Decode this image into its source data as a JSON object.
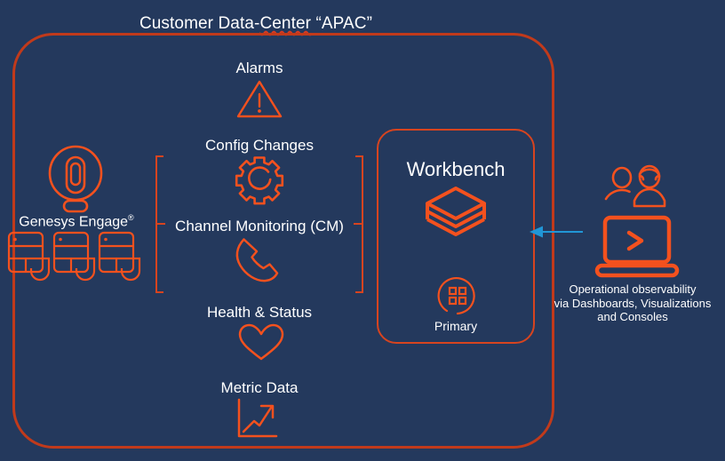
{
  "diagram": {
    "title_prefix": "Customer Data-",
    "title_spell_word": "Center",
    "title_suffix": " “APAC”",
    "title_full": "Customer Data-Center “APAC”"
  },
  "colors": {
    "background": "#24395d",
    "container_border": "#c13a1b",
    "icon_orange": "#f4511e",
    "accent_arrow": "#2196d6",
    "text": "#ffffff",
    "spellcheck_underline": "#e03a1e"
  },
  "source": {
    "product_name": "Genesys Engage",
    "trademark": "®",
    "logo_icon": "genesys-logo-icon",
    "node_icon": "server-node-icon",
    "node_count": 3
  },
  "flows": [
    {
      "label": "Alarms",
      "icon": "warning-triangle-icon"
    },
    {
      "label": "Config Changes",
      "icon": "gear-icon"
    },
    {
      "label": "Channel Monitoring (CM)",
      "icon": "phone-handset-icon"
    },
    {
      "label": "Health & Status",
      "icon": "heart-icon"
    },
    {
      "label": "Metric Data",
      "icon": "line-chart-icon"
    }
  ],
  "workbench": {
    "title": "Workbench",
    "stack_icon": "layers-stack-icon",
    "role_icon": "node-grid-circle-icon",
    "role_label": "Primary"
  },
  "observability": {
    "people_icon": "two-users-icon",
    "console_icon": "laptop-terminal-icon",
    "caption_line1": "Operational observability",
    "caption_line2": "via Dashboards, Visualizations",
    "caption_line3": "and Consoles",
    "arrow_icon": "left-arrow-icon"
  }
}
